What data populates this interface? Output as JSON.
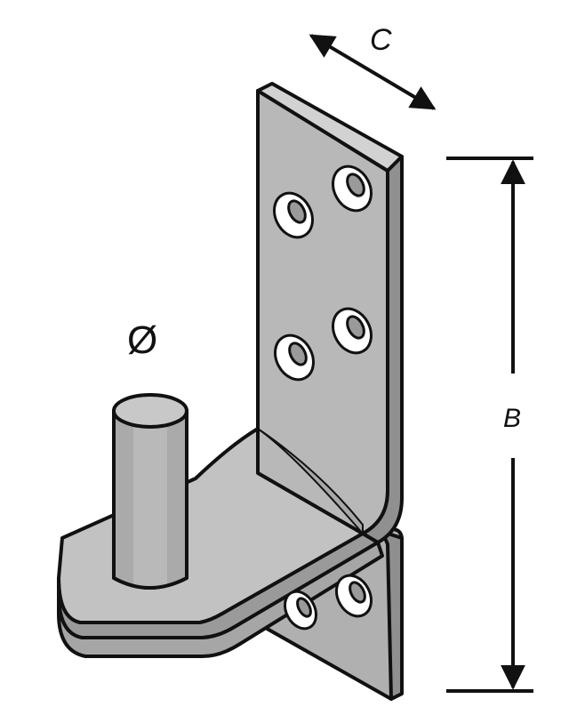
{
  "labels": {
    "diameter": "Ø",
    "depth": "C",
    "height": "B"
  },
  "colors": {
    "metal_face": "#b4b4b4",
    "metal_light": "#c6c6c6",
    "metal_dark": "#8a8a8a",
    "outline": "#111111",
    "hole": "#ffffff"
  }
}
